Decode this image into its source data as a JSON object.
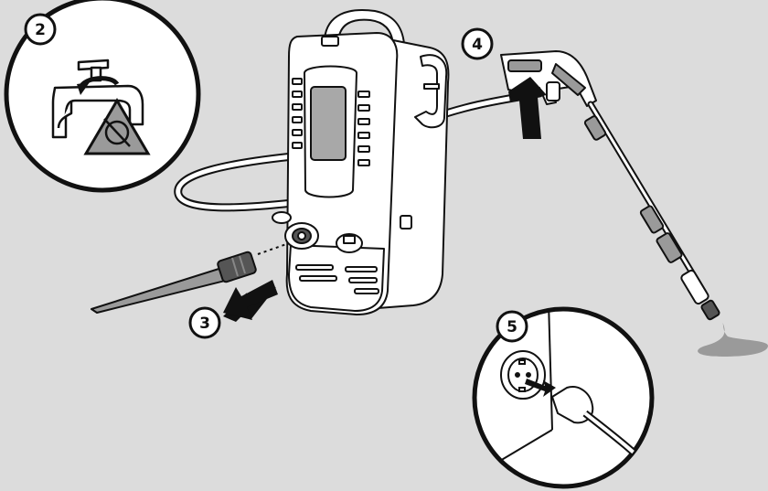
{
  "steps": [
    {
      "number": "2"
    },
    {
      "number": "3"
    },
    {
      "number": "4"
    },
    {
      "number": "5"
    }
  ],
  "colors": {
    "background": "#dcdcdc",
    "outline": "#111111",
    "body_fill": "#ffffff",
    "shade_fill": "#9a9a9a",
    "dark_fill": "#555555"
  }
}
